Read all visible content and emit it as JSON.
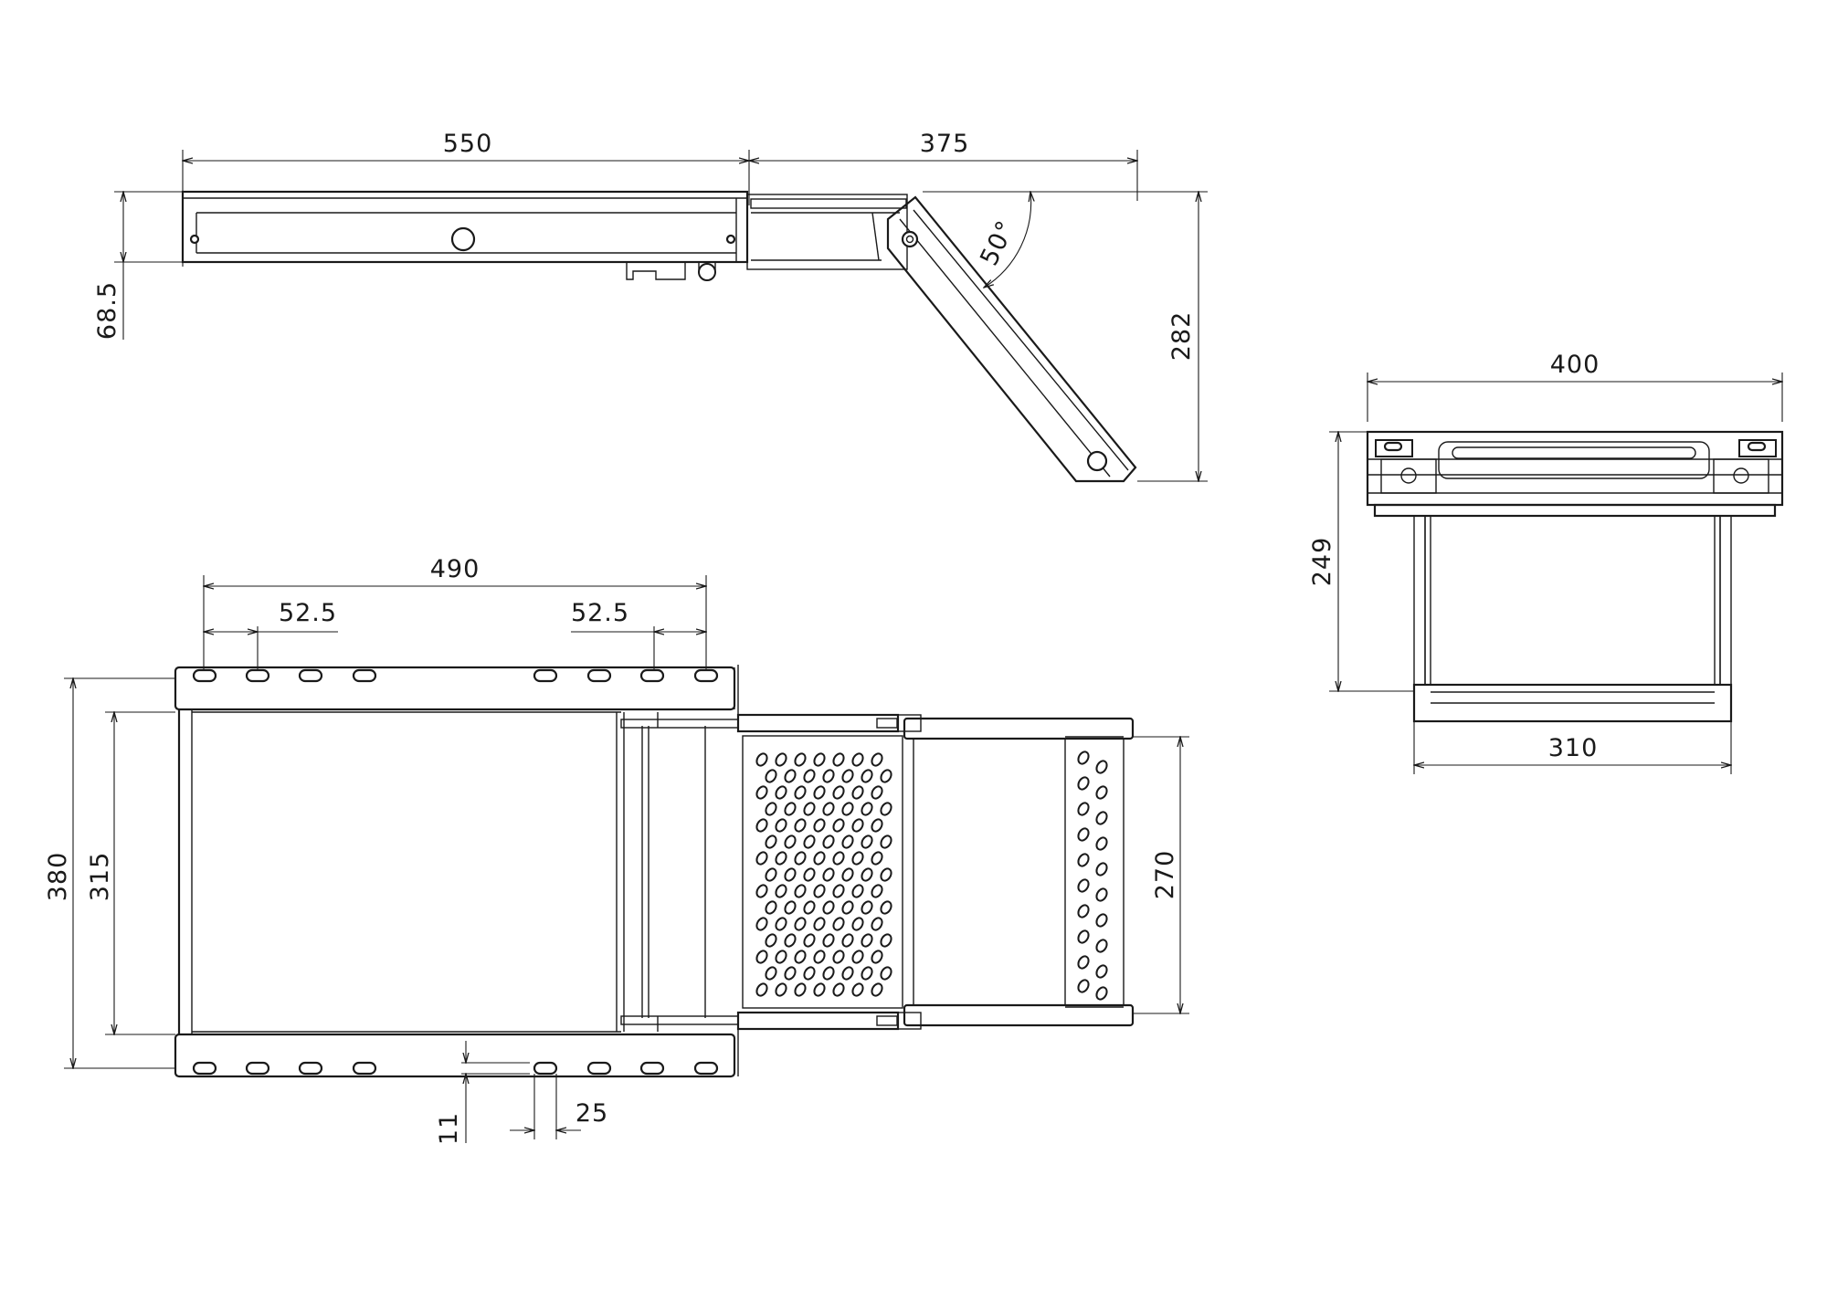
{
  "dimensions": {
    "side_length_fixed": "550",
    "side_length_extension": "375",
    "side_height": "68.5",
    "side_depth": "282",
    "angle": "50°",
    "front_width": "400",
    "front_height": "249",
    "front_inner_width": "310",
    "top_hole_span": "490",
    "top_hole_pitch_left": "52.5",
    "top_hole_pitch_right": "52.5",
    "top_outer_depth": "380",
    "top_inner_depth": "315",
    "top_step_depth": "270",
    "top_hole_offset": "11",
    "top_hole_length": "25"
  }
}
